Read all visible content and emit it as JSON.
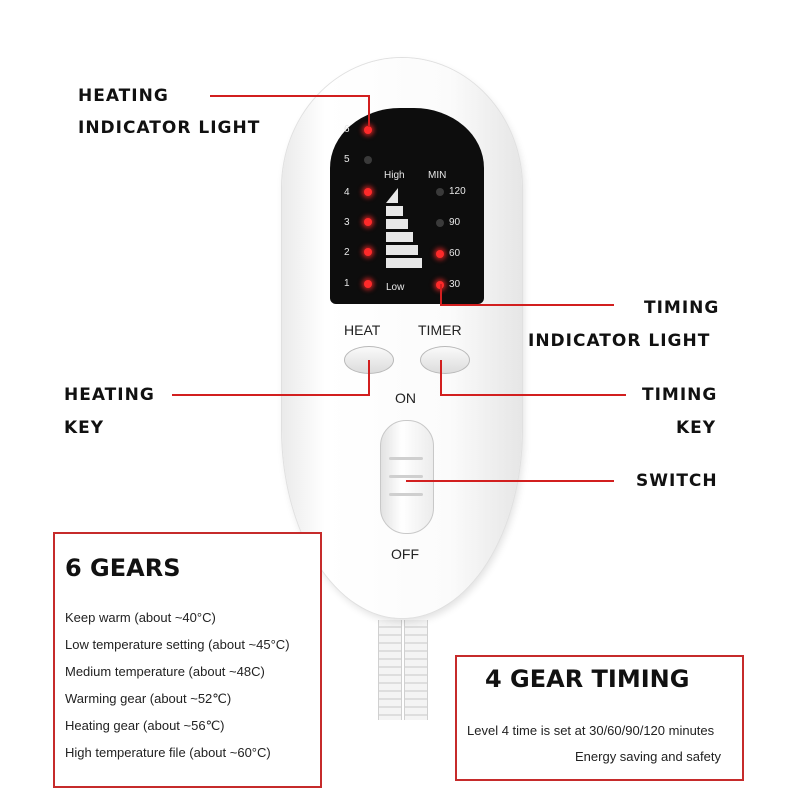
{
  "callouts": {
    "heating_indicator_line1": "HEATING",
    "heating_indicator_line2": "INDICATOR LIGHT",
    "timing_indicator_line1": "TIMING",
    "timing_indicator_line2": "INDICATOR LIGHT",
    "heating_key_line1": "HEATING",
    "heating_key_line2": "KEY",
    "timing_key_line1": "TIMING",
    "timing_key_line2": "KEY",
    "switch": "SWITCH"
  },
  "panel": {
    "levels": [
      "6",
      "5",
      "4",
      "3",
      "2",
      "1"
    ],
    "level_led_states": [
      true,
      false,
      true,
      true,
      true,
      true
    ],
    "high_label": "High",
    "low_label": "Low",
    "min_label": "MIN",
    "timer_values": [
      "120",
      "90",
      "60",
      "30"
    ],
    "timer_led_states": [
      false,
      false,
      true,
      true
    ]
  },
  "keys": {
    "heat_label": "HEAT",
    "timer_label": "TIMER"
  },
  "switch": {
    "on_label": "ON",
    "off_label": "OFF"
  },
  "gears_box": {
    "title": "6 GEARS",
    "lines": [
      "Keep warm (about ~40°C)",
      "Low temperature setting (about ~45°C)",
      "Medium temperature (about ~48C)",
      "Warming gear (about ~52℃)",
      "Heating gear (about ~56℃)",
      "High temperature file (about ~60°C)"
    ]
  },
  "timing_box": {
    "title": "4 GEAR TIMING",
    "line1": "Level 4 time is set at 30/60/90/120 minutes",
    "line2": "Energy saving and safety"
  },
  "colors": {
    "accent_red": "#d21f1f",
    "led_on": "#ff2a2a",
    "panel_bg": "#0d0d0d"
  }
}
